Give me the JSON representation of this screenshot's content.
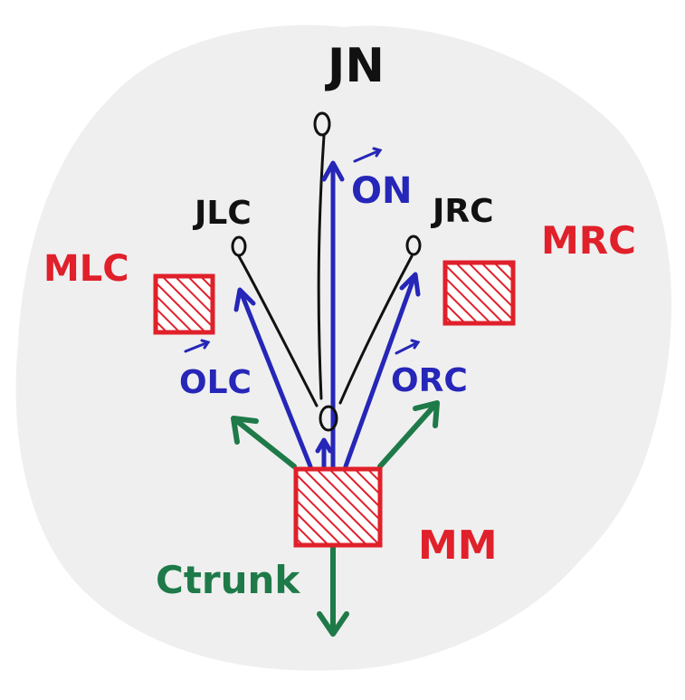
{
  "colors": {
    "background": "#efefef",
    "black": "#111111",
    "red": "#e0202a",
    "blue": "#2626b8",
    "green": "#1e7a48"
  },
  "labels": {
    "joint_neck": "JN",
    "joint_left_clavicle": "JLC",
    "joint_right_clavicle": "JRC",
    "mass_left_clavicle": "MLC",
    "mass_right_clavicle": "MRC",
    "mass_main": "MM",
    "offset_neck": "ON",
    "offset_left_clavicle": "OLC",
    "offset_right_clavicle": "ORC",
    "constraint_trunk": "Ctrunk"
  }
}
